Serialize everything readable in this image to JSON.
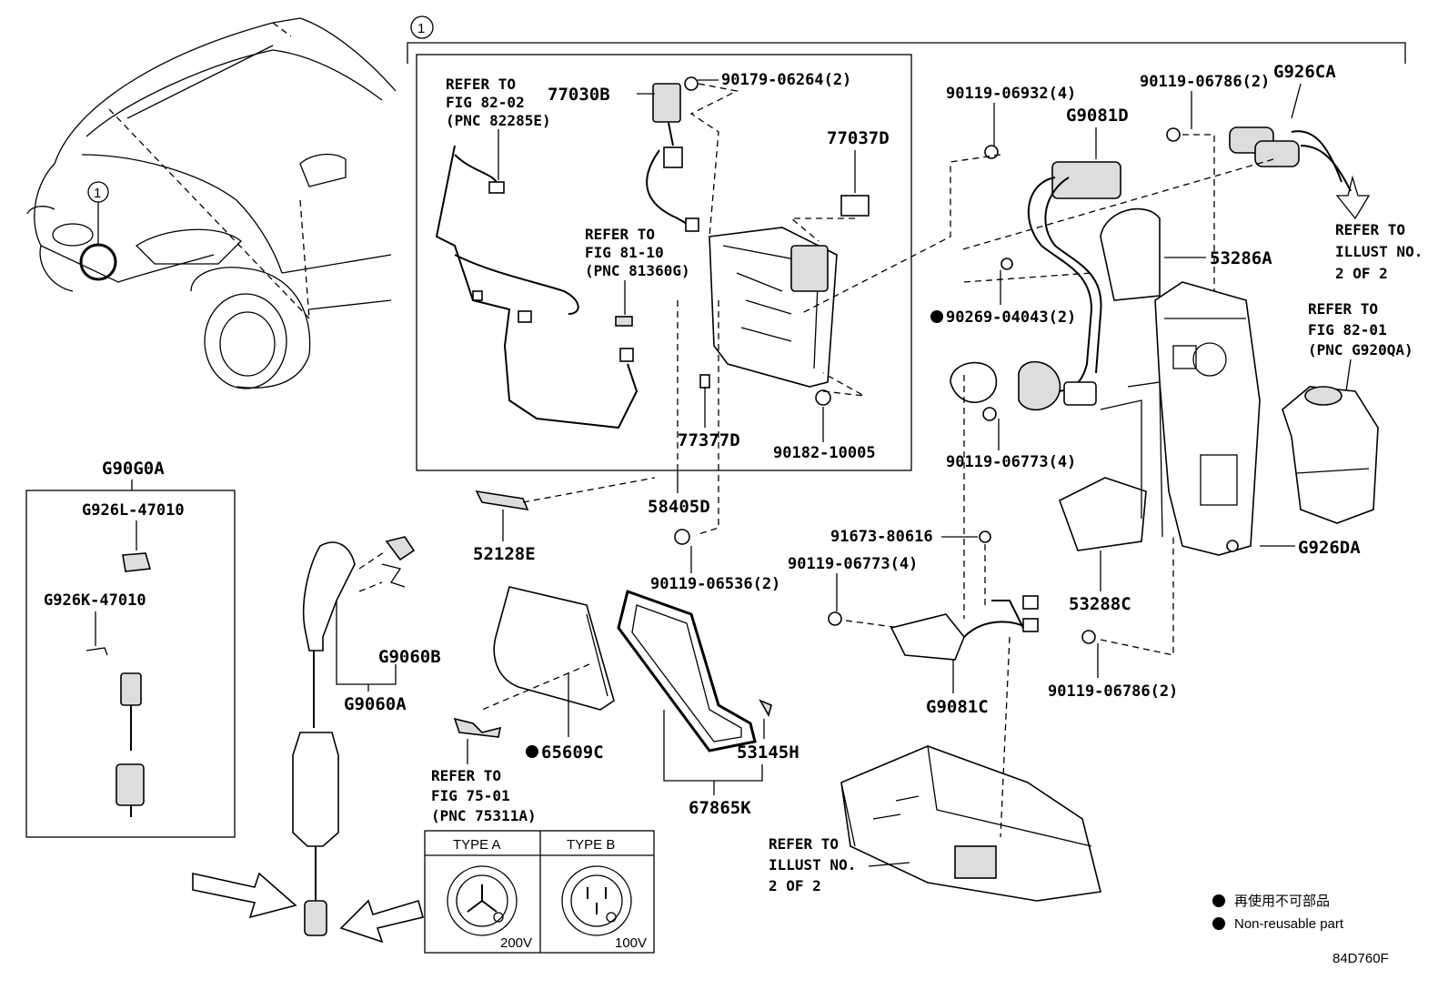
{
  "callout": {
    "number": "1"
  },
  "parts": {
    "p77030B": "77030B",
    "p90179": "90179-06264(2)",
    "p77037D": "77037D",
    "p77377D": "77377D",
    "p90182": "90182-10005",
    "p58405D": "58405D",
    "p52128E": "52128E",
    "p90119_06536": "90119-06536(2)",
    "p90119_06932": "90119-06932(4)",
    "pG9081D": "G9081D",
    "p90119_06786a": "90119-06786(2)",
    "pG926CA": "G926CA",
    "p53286A": "53286A",
    "p90269": "90269-04043(2)",
    "p90119_06773a": "90119-06773(4)",
    "p91673": "91673-80616",
    "p90119_06773b": "90119-06773(4)",
    "pG9081C": "G9081C",
    "p53288C": "53288C",
    "pG926DA": "G926DA",
    "p90119_06786b": "90119-06786(2)",
    "pG90G0A": "G90G0A",
    "pG926L": "G926L-47010",
    "pG926K": "G926K-47010",
    "pG9060B": "G9060B",
    "pG9060A": "G9060A",
    "p65609C": "65609C",
    "p53145H": "53145H",
    "p67865K": "67865K"
  },
  "refs": {
    "r82_02": [
      "REFER TO",
      "FIG 82-02",
      "(PNC 82285E)"
    ],
    "r81_10": [
      "REFER TO",
      "FIG 81-10",
      "(PNC 81360G)"
    ],
    "rIllust1": [
      "REFER TO",
      "ILLUST NO.",
      "2 OF 2"
    ],
    "r82_01": [
      "REFER TO",
      "FIG 82-01",
      "(PNC G920QA)"
    ],
    "r75_01": [
      "REFER TO",
      "FIG 75-01",
      "(PNC 75311A)"
    ],
    "rIllust2": [
      "REFER TO",
      "ILLUST NO.",
      "2 OF 2"
    ]
  },
  "types": {
    "typeA": "TYPE A",
    "typeB": "TYPE B",
    "voltA": "200V",
    "voltB": "100V"
  },
  "legend": {
    "jp": "再使用不可部品",
    "en": "Non-reusable part"
  },
  "diagram_code": "84D760F"
}
